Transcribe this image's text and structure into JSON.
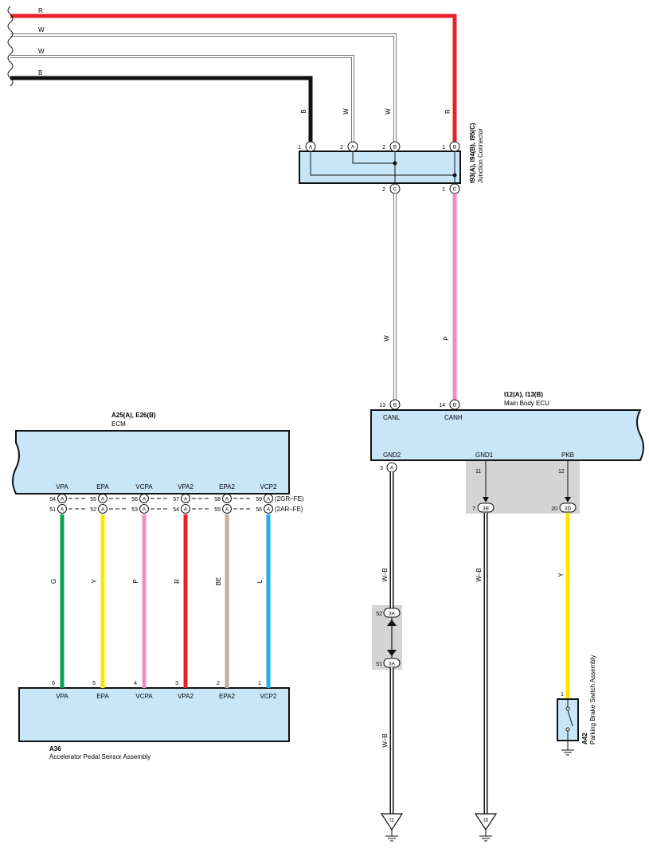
{
  "top_wires": {
    "r": "R",
    "w1": "W",
    "w2": "W",
    "b": "B"
  },
  "junction": {
    "title": "I93(A), I94(B), I95(C)",
    "subtitle": "Junction Connector",
    "wire_b": "B",
    "wire_w1": "W",
    "wire_w2": "W",
    "wire_r": "R",
    "pins": [
      {
        "num": "1",
        "tag": "A"
      },
      {
        "num": "2",
        "tag": "A"
      },
      {
        "num": "2",
        "tag": "B"
      },
      {
        "num": "1",
        "tag": "B"
      },
      {
        "num": "2",
        "tag": "C"
      },
      {
        "num": "1",
        "tag": "C"
      }
    ],
    "wire_w_down": "W",
    "wire_p_down": "P"
  },
  "main_body_ecu": {
    "title": "I12(A), I13(B)",
    "subtitle": "Main Body ECU",
    "pin_canl": {
      "num": "13",
      "tag": "B"
    },
    "pin_canh": {
      "num": "14",
      "tag": "B"
    },
    "canl": "CANL",
    "canh": "CANH",
    "gnd2": "GND2",
    "gnd1": "GND1",
    "pkb": "PKB",
    "pin_gnd2": {
      "num": "3",
      "tag": "A"
    },
    "pin_gnd1": "11",
    "pin_pkb": "12",
    "conn_gnd1": {
      "num": "7",
      "tag": "3B"
    },
    "conn_pkb": {
      "num": "20",
      "tag": "3D"
    },
    "wire_gnd2": "W–B",
    "wire_gnd1": "W–B",
    "wire_pkb": "Y",
    "splice_top": {
      "num": "52",
      "tag": "3A"
    },
    "splice_bottom": {
      "num": "51",
      "tag": "3A"
    },
    "wire_gnd2_lower": "W–B",
    "ground_i1": "I1",
    "ground_i3": "I3"
  },
  "parking_brake": {
    "code": "A42",
    "name": "Parking Brake Switch Assembly",
    "pin": "1"
  },
  "ecm": {
    "title": "A25(A), E26(B)",
    "subtitle": "ECM",
    "terminals": [
      {
        "name": "VPA",
        "pin_gr": "54",
        "pin_ar": "51",
        "wire": "G",
        "sensor_pin": "6",
        "color": "#00a650"
      },
      {
        "name": "EPA",
        "pin_gr": "55",
        "pin_ar": "52",
        "wire": "Y",
        "sensor_pin": "5",
        "color": "#ffe600"
      },
      {
        "name": "VCPA",
        "pin_gr": "56",
        "pin_ar": "53",
        "wire": "P",
        "sensor_pin": "4",
        "color": "#f08cc0"
      },
      {
        "name": "VPA2",
        "pin_gr": "57",
        "pin_ar": "54",
        "wire": "R",
        "sensor_pin": "3",
        "color": "#e8202a"
      },
      {
        "name": "EPA2",
        "pin_gr": "58",
        "pin_ar": "55",
        "wire": "BE",
        "sensor_pin": "2",
        "color": "#c4ae98"
      },
      {
        "name": "VCP2",
        "pin_gr": "59",
        "pin_ar": "56",
        "wire": "L",
        "sensor_pin": "1",
        "color": "#1ab0e8"
      }
    ],
    "tag": "A",
    "variant_gr": "(2GR–FE)",
    "variant_ar": "(2AR–FE)"
  },
  "sensor": {
    "code": "A36",
    "name": "Accelerator Pedal Sensor Assembly"
  },
  "colors": {
    "box_fill": "#c8e6f8",
    "red": "#e8202a",
    "pink": "#f08cc0",
    "yellow": "#ffe600",
    "black": "#111111",
    "shade": "#d4d4d4"
  }
}
